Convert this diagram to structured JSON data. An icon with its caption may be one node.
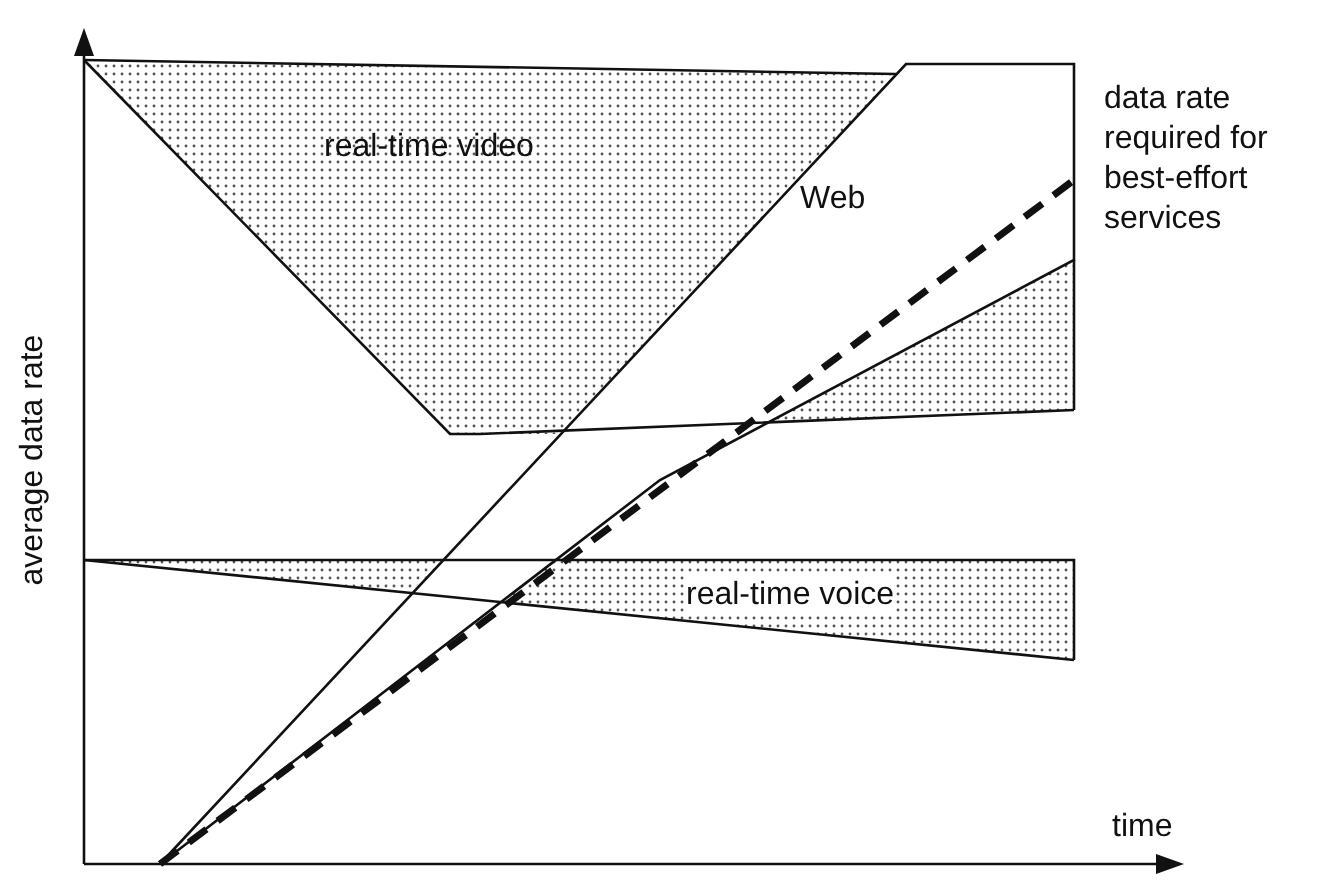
{
  "diagram": {
    "labels": [
      "average data rate",
      "real-time video",
      "Web",
      "data rate required for best-effort services",
      "real-time voice",
      "time"
    ]
  }
}
